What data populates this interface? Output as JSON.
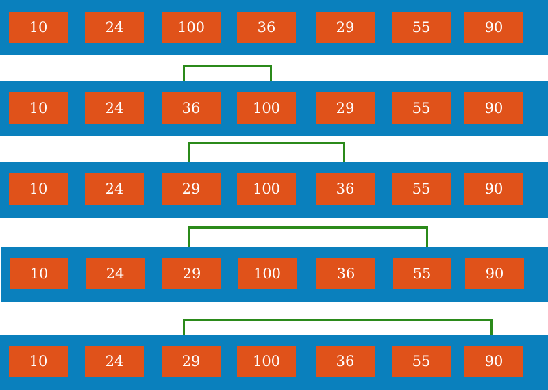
{
  "rows": [
    {
      "cells": [
        "10",
        "24",
        "100",
        "36",
        "29",
        "55",
        "90"
      ]
    },
    {
      "cells": [
        "10",
        "24",
        "36",
        "100",
        "29",
        "55",
        "90"
      ]
    },
    {
      "cells": [
        "10",
        "24",
        "29",
        "100",
        "36",
        "55",
        "90"
      ]
    },
    {
      "cells": [
        "10",
        "24",
        "29",
        "100",
        "36",
        "55",
        "90"
      ]
    },
    {
      "cells": [
        "10",
        "24",
        "29",
        "100",
        "36",
        "55",
        "90"
      ]
    }
  ],
  "colors": {
    "band": "#0a80bd",
    "cell": "#e0521a",
    "bracket": "#2b8a1a",
    "text": "#ffffff"
  }
}
